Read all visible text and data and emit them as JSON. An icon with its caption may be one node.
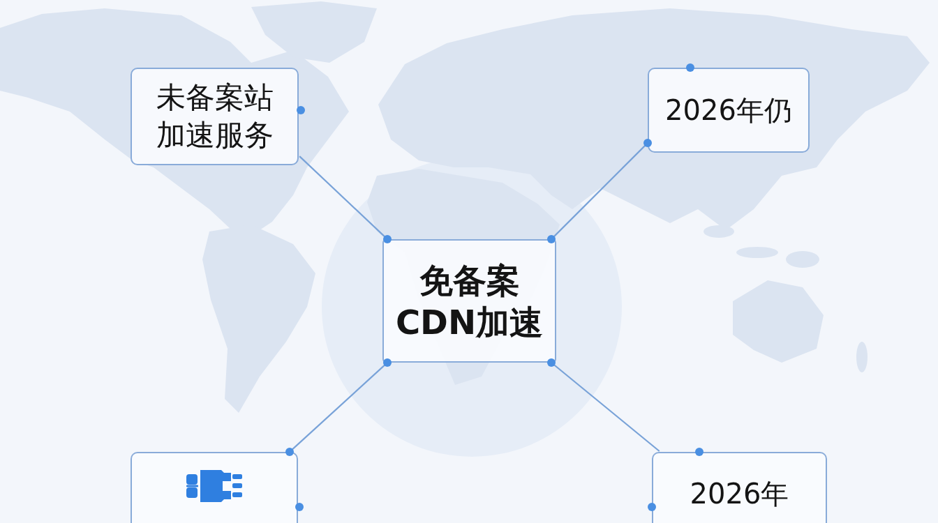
{
  "diagram": {
    "nodes": [
      {
        "text": [
          "未备案站加速服务"
        ]
      },
      {
        "text": [
          "2026年仍"
        ]
      },
      {
        "text": [
          "免备案CDN加速"
        ]
      },
      {
        "text": [],
        "shape": "box"
      },
      {
        "text": [
          "2026年"
        ]
      }
    ],
    "edges": [
      {
        "from": 2,
        "to": 0,
        "arrow": "none"
      },
      {
        "from": 2,
        "to": 1,
        "arrow": "none"
      },
      {
        "from": 2,
        "to": 3,
        "arrow": "none"
      },
      {
        "from": 2,
        "to": 4,
        "arrow": "none"
      }
    ]
  }
}
